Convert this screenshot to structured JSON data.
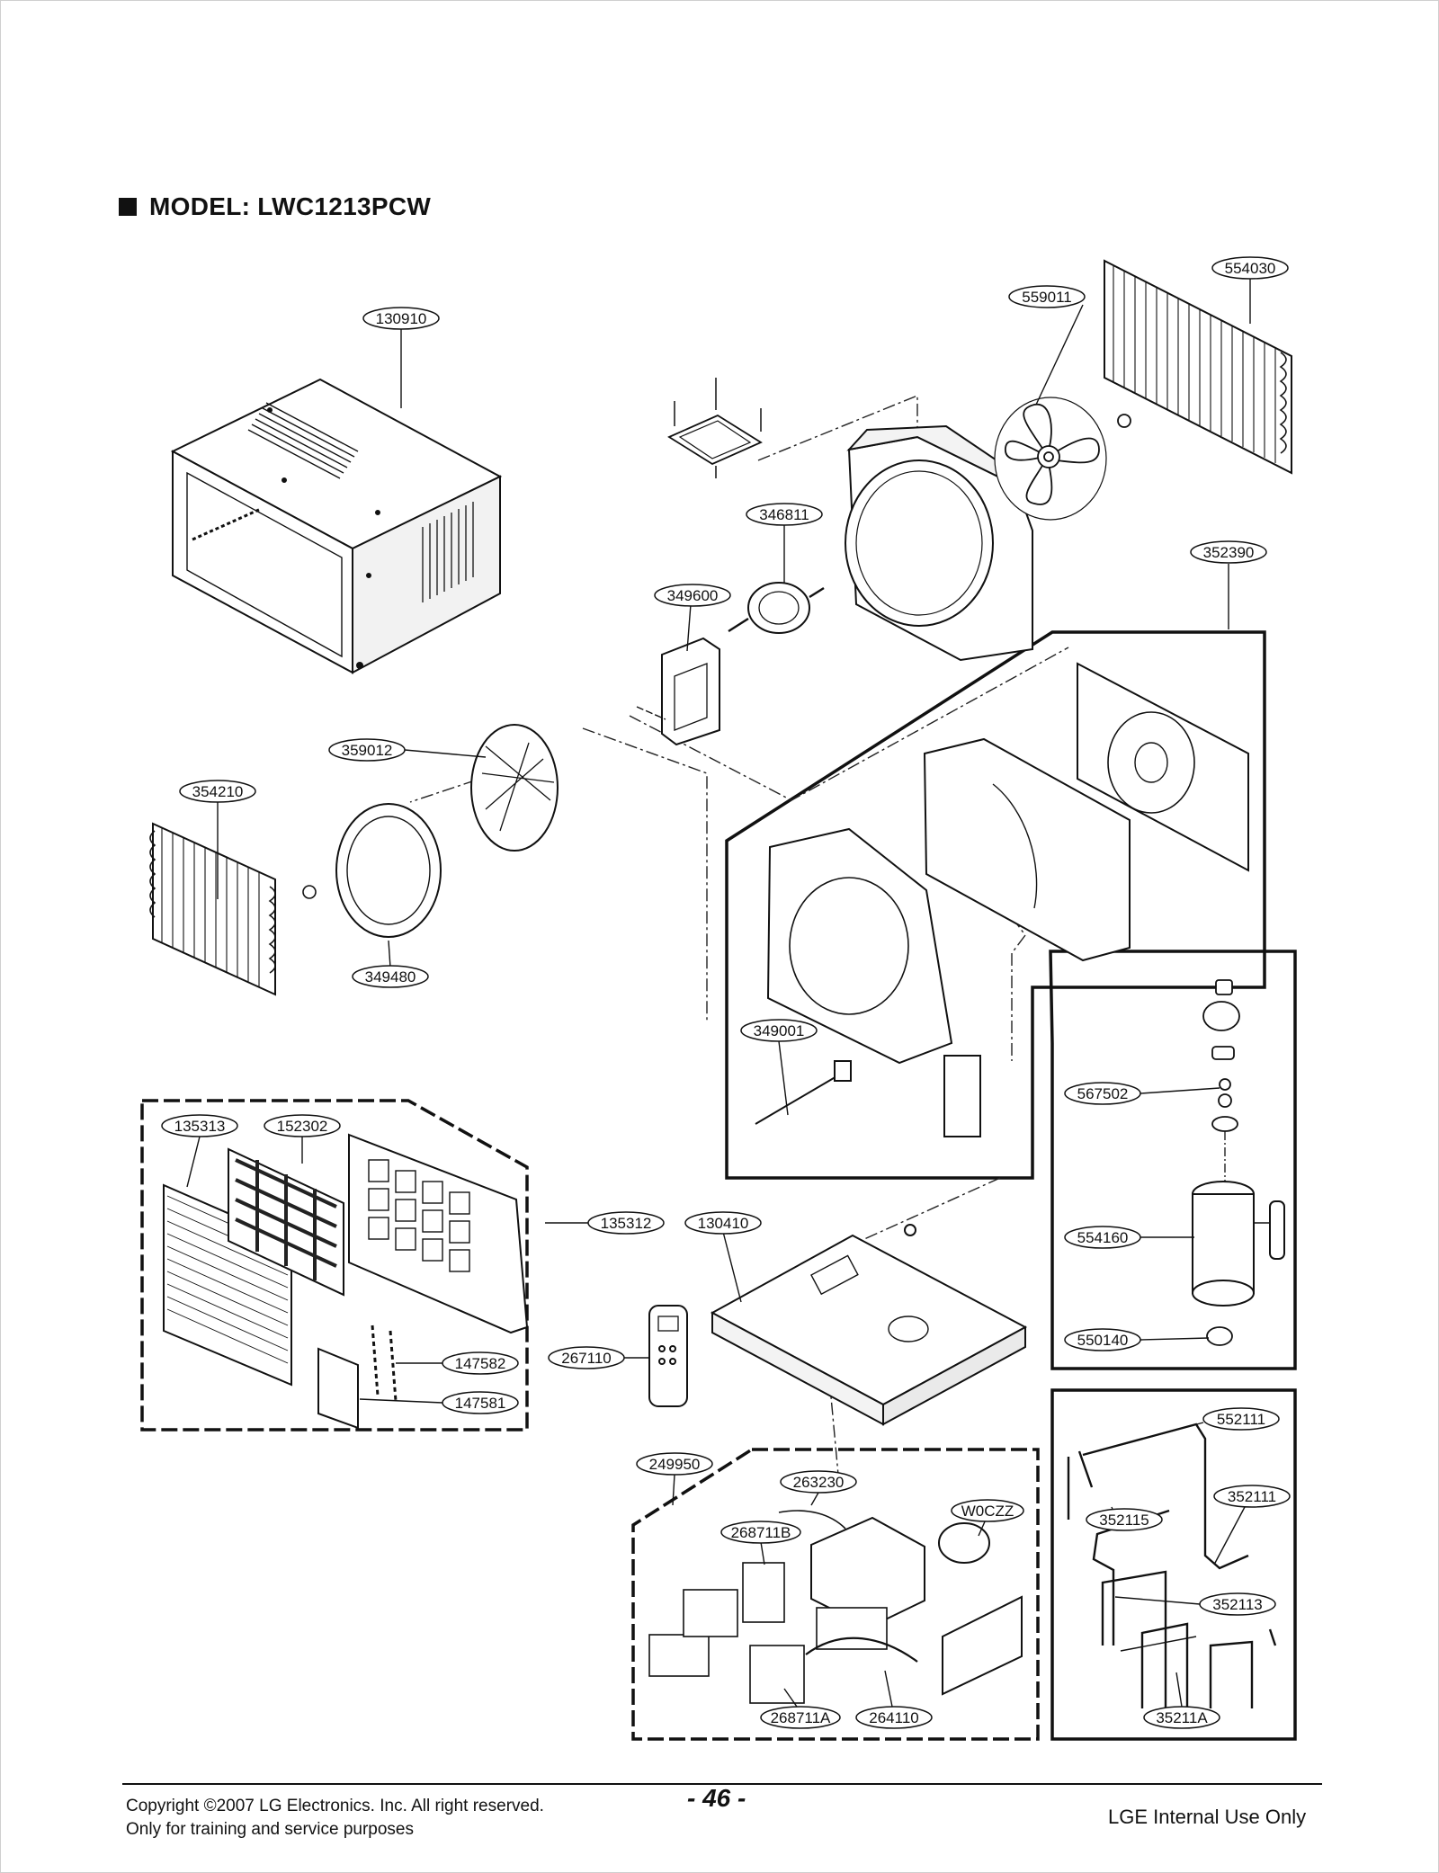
{
  "title": "MODEL: LWC1213PCW",
  "callouts": {
    "c554030": "554030",
    "c559011": "559011",
    "c130910": "130910",
    "c346811": "346811",
    "c352390": "352390",
    "c349600": "349600",
    "c359012": "359012",
    "c354210": "354210",
    "c349480": "349480",
    "c349001": "349001",
    "c567502": "567502",
    "c135313": "135313",
    "c152302": "152302",
    "c135312": "135312",
    "c130410": "130410",
    "c554160": "554160",
    "c147582": "147582",
    "c267110": "267110",
    "c550140": "550140",
    "c147581": "147581",
    "c552111": "552111",
    "c249950": "249950",
    "c263230": "263230",
    "c352111": "352111",
    "cW0CZZ": "W0CZZ",
    "c268711B": "268711B",
    "c352115": "352115",
    "c352113": "352113",
    "c268711A": "268711A",
    "c264110": "264110",
    "c35211A": "35211A"
  },
  "footer": {
    "copyright_line1": "Copyright ©2007 LG Electronics. Inc. All right reserved.",
    "copyright_line2": "Only for training and service purposes",
    "page_number": "- 46 -",
    "internal_use": "LGE Internal Use Only"
  }
}
